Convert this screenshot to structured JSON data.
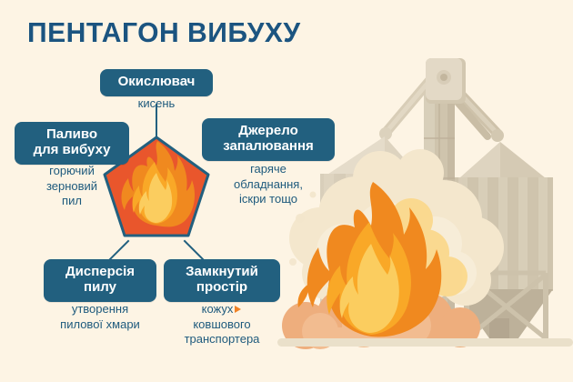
{
  "page": {
    "title": "ПЕНТАГОН ВИБУХУ",
    "background_color": "#fdf4e4",
    "accent_blue": "#22607f",
    "accent_orange": "#e9562c",
    "flame_colors": [
      "#f07822",
      "#f9a829",
      "#fbcd5f"
    ]
  },
  "nodes": {
    "oxidizer": {
      "label": "Окислювач",
      "caption": "кисень"
    },
    "fuel": {
      "label_line1": "Паливо",
      "label_line2": "для вибуху",
      "caption_line1": "горючий",
      "caption_line2": "зерновий",
      "caption_line3": "пил"
    },
    "ignition": {
      "label_line1": "Джерело",
      "label_line2": "запалювання",
      "caption_line1": "гаряче",
      "caption_line2": "обладнання,",
      "caption_line3": "іскри тощо"
    },
    "dispersion": {
      "label_line1": "Дисперсія",
      "label_line2": "пилу",
      "caption_line1": "утворення",
      "caption_line2": "пилової хмари"
    },
    "confinement": {
      "label_line1": "Замкнутий",
      "label_line2": "простір",
      "caption_line1": "кожух",
      "caption_line2": "ковшового",
      "caption_line3": "транспортера",
      "marker_icon": "triangle-right-marker"
    }
  },
  "illustration": {
    "scene_name": "grain-elevator-explosion",
    "elements": [
      "left-silo",
      "right-silo",
      "central-tower",
      "conveyor-arms",
      "hopper-on-legs",
      "fire",
      "dust-cloud",
      "debris-mound",
      "ground-line"
    ]
  }
}
